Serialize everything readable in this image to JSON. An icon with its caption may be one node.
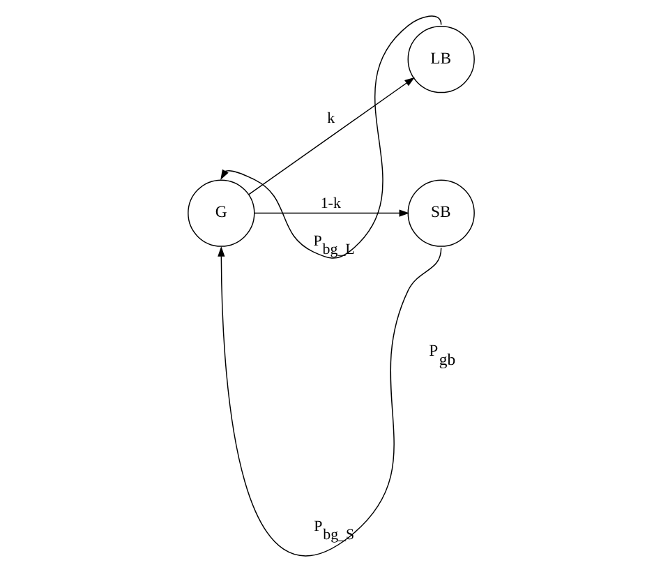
{
  "diagram": {
    "nodes": [
      {
        "text": [
          "G"
        ]
      },
      {
        "text": [
          "LB"
        ]
      },
      {
        "text": [
          "SB"
        ]
      }
    ],
    "edges": [
      {
        "from": 0,
        "to": 1,
        "arrow": "to",
        "label": "k"
      },
      {
        "from": 0,
        "to": 2,
        "arrow": "to",
        "label": "1-k"
      },
      {
        "from": 1,
        "to": 0,
        "arrow": "to",
        "label": "P$_{bg_L}$"
      },
      {
        "from": 2,
        "to": 0,
        "arrow": "to",
        "label": "P$_{bg_S}$"
      }
    ],
    "labels": [
      "P$_{gb}$"
    ]
  }
}
